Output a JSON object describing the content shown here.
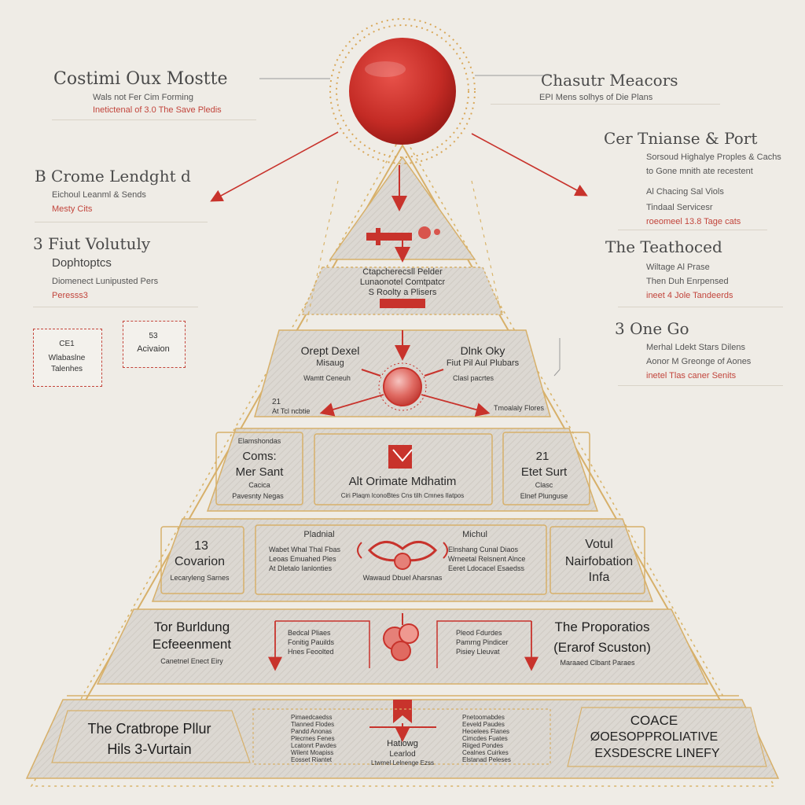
{
  "top_left": {
    "title": "Costimi Oux Mostte",
    "line1": "Wals not Fer Cim Forming",
    "line2": "Inetictenal of 3.0 The Save Pledis"
  },
  "top_right": {
    "title": "Chasutr Meacors",
    "line1": "EPI Mens solhys of Die Plans"
  },
  "left_block_1": {
    "title": "B Crome Lendght d",
    "line1": "Eichoul Leanml & Sends",
    "line2": "Mesty Cits"
  },
  "left_block_2": {
    "title": "3 Fiut Volutuly",
    "subtitle": "Dophtoptcs",
    "line1": "Diomenect Lunipusted Pers",
    "line2": "Peresss3"
  },
  "left_small_box_1": {
    "line1": "CE1",
    "line2": "Wlabaslne",
    "line3": "Talenhes"
  },
  "left_small_box_2": {
    "line1": "53",
    "line2": "Acivaion"
  },
  "right_block_1": {
    "title": "Cer Tnianse & Port",
    "items": [
      "Sorsoud Highalye Proples & Cachs",
      "to Gone mnith ate recestent",
      "Al Chacing Sal Viols",
      "Tindaal Servicesr"
    ],
    "footer": "roeomeel 13.8 Tage cats"
  },
  "right_block_2": {
    "title": "The Teathoced",
    "items": [
      "Wiltage Al Prase",
      "Then Duh Enrpensed"
    ],
    "footer": "ineet 4 Jole Tandeerds"
  },
  "right_block_3": {
    "title": "3 One Go",
    "items": [
      "Merhal Ldekt Stars Dilens",
      "Aonor M Greonge of Aones"
    ],
    "footer": "inetel Tlas caner Senits"
  },
  "tier1": {
    "line1": "Ctapcherecsll Pelder",
    "line2": "Lunaonotel Comtpatcr",
    "line3": "S Roolty a Plisers"
  },
  "tier2": {
    "left_title_1": "Orept Dexel",
    "left_title_2": "Misaug",
    "left_small": "Wamtt Ceneuh",
    "right_title_1": "Dlnk Oky",
    "right_title_2": "Fiut Pil Aul Plubars",
    "right_small": "Clasl pacrtes",
    "left_corner_1": "21",
    "left_corner_2": "At Tcl ncbtie",
    "right_corner": "Tmoalaly Flores"
  },
  "tier3": {
    "left_small_top": "Elamshondas",
    "left_title_1": "Coms:",
    "left_title_2": "Mer Sant",
    "left_small_1": "Cacica",
    "left_small_2": "Pavesnty Negas",
    "center_title": "Alt Orimate Mdhatim",
    "center_small": "Ciri Plaqm lconoBtes Cns tilh Cmnes Ilatpos",
    "right_title_1": "21",
    "right_title_2": "Etet Surt",
    "right_small_1": "Clasc",
    "right_small_2": "Elnef Plunguse"
  },
  "tier4": {
    "left_title_1": "13",
    "left_title_2": "Covarion",
    "left_small": "Lecaryleng Sarnes",
    "center_label_left": "Pladnial",
    "center_label_right": "Michul",
    "center_left_items": [
      "Wabet Whal Thal Fbas",
      "Leoas Emuahed Ples",
      "At Dletalo Ianlonties"
    ],
    "center_right_items": [
      "Elnshang Cunal Diaos",
      "Wrneetal Relsnent Alnce",
      "Eeret Ldocacel Esaedss"
    ],
    "center_small": "Wawaud Dbuel Aharsnas",
    "right_title_1": "Votul",
    "right_title_2": "Nairfobation",
    "right_title_3": "Infa"
  },
  "tier5": {
    "left_title_1": "Tor Burldung",
    "left_title_2": "Ecfeeenment",
    "left_small": "Canetnel Enect Eiry",
    "center_left_items": [
      "Bedcal Pliaes",
      "Fonitig Pauilds",
      "Hnes Feoolted"
    ],
    "center_right_items": [
      "Pleod Fdurdes",
      "Pamrng Pindicer",
      "Pisiey Lleuvat"
    ],
    "right_title_1": "The Proporatios",
    "right_title_2": "(Erarof Scuston)",
    "right_small": "Maraaed Clbant Paraes"
  },
  "tier6": {
    "left_title_1": "The Cratbrope Pllur",
    "left_title_2": "Hils 3-Vurtain",
    "center_left_items": [
      "Pimaedcaedss",
      "Tlanned Flodes",
      "Pandd Anonas",
      "Plecrnes Fenes",
      "Lcatonrt Pavdes",
      "Wilent Moapiss",
      "Eosset Riantet"
    ],
    "center_right_items": [
      "Pnetoomabdes",
      "Eeveld Paudes",
      "Heoelees Flanes",
      "Cimcdes Fuates",
      "Riiged Pondes",
      "Cealnes Cuirkes",
      "Elstanad Peleses"
    ],
    "center_title_1": "Hatiowg",
    "center_title_2": "Learlod",
    "center_small": "Ltwmel Lelnenge Ezss",
    "right_line_1": "COACE",
    "right_line_2": "ØOESOPPROLIATIVE",
    "right_line_3": "EXSDESCRE LINEFY"
  },
  "colors": {
    "background": "#efece6",
    "accent_red": "#c8332c",
    "gold": "#d9b46a",
    "tier_fill": "#dcd8d2"
  }
}
